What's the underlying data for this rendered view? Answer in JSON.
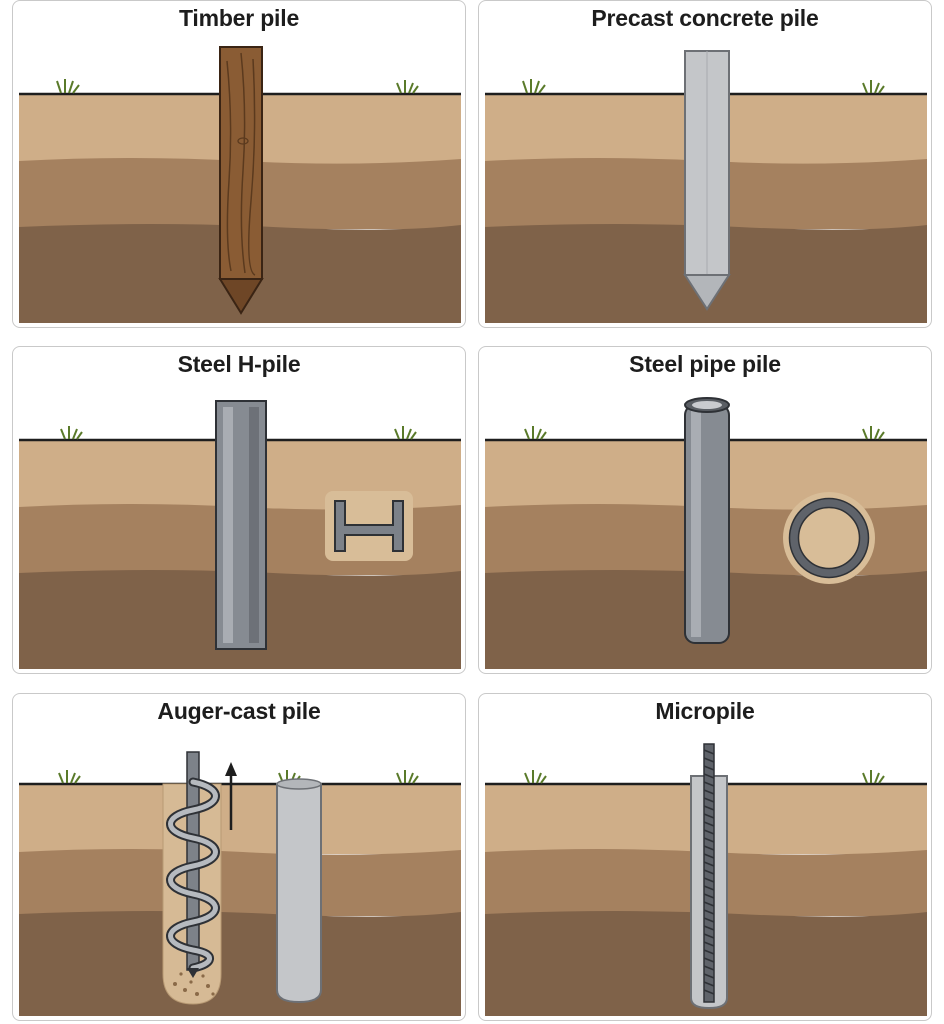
{
  "panels": [
    {
      "id": "timber",
      "title": "Timber pile"
    },
    {
      "id": "precast",
      "title": "Precast concrete pile"
    },
    {
      "id": "h-pile",
      "title": "Steel H-pile"
    },
    {
      "id": "pipe",
      "title": "Steel pipe pile"
    },
    {
      "id": "auger",
      "title": "Auger-cast pile"
    },
    {
      "id": "micro",
      "title": "Micropile"
    }
  ],
  "colors": {
    "soil_top": "#cfae88",
    "soil_mid": "#a5815f",
    "soil_bottom": "#7f6249",
    "timber": "#8a5c34",
    "concrete": "#c4c6c9",
    "steel": "#868b92",
    "grass": "#5a7a2a"
  }
}
